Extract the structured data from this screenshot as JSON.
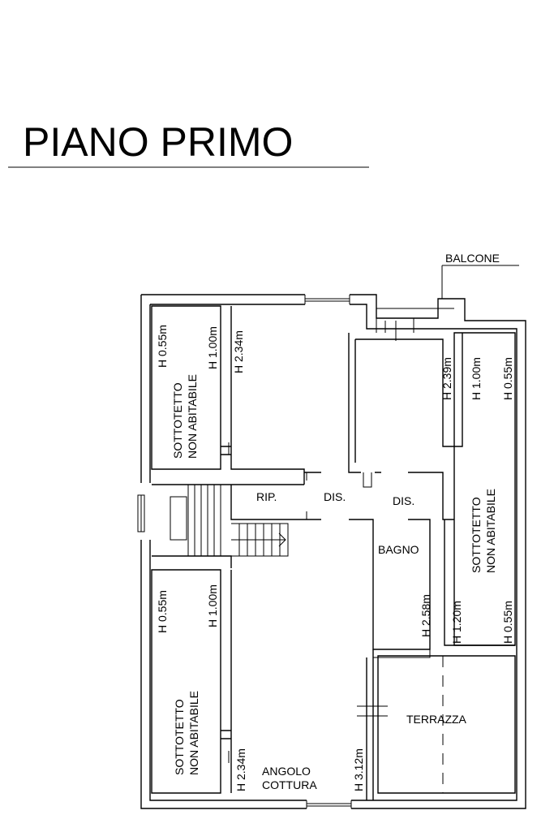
{
  "title": "PIANO PRIMO",
  "labels": {
    "balcone": "BALCONE",
    "sottotetto": "SOTTOTETTO",
    "non_abitabile": "NON ABITABILE",
    "rip": "RIP.",
    "dis": "DIS.",
    "bagno": "BAGNO",
    "terrazza": "TERRAZZA",
    "angolo": "ANGOLO",
    "cottura": "COTTURA"
  },
  "heights": {
    "h055": "H 0.55m",
    "h100": "H 1.00m",
    "h120": "H 1.20m",
    "h234": "H 2.34m",
    "h239": "H 2.39m",
    "h258": "H 2.58m",
    "h312": "H 3.12m"
  }
}
